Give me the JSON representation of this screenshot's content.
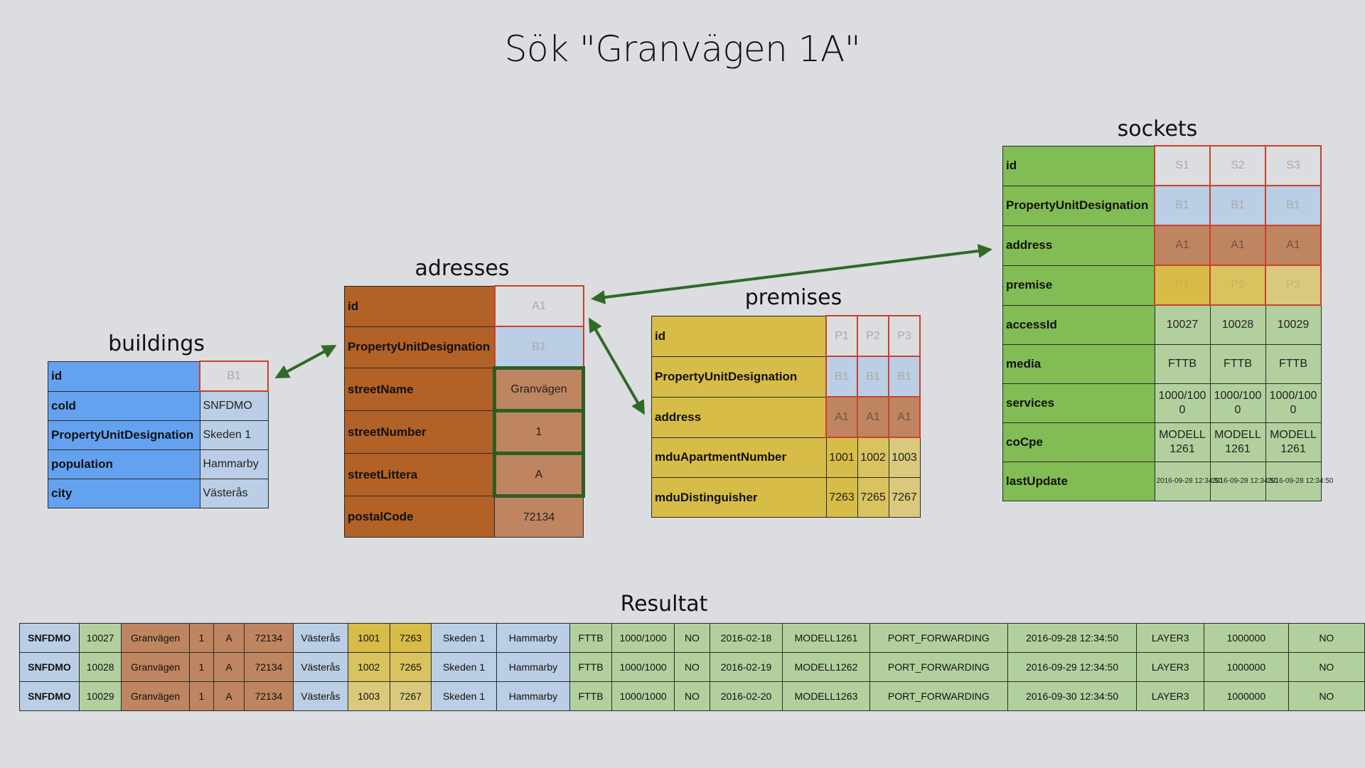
{
  "title": "Sök \"Granvägen 1A\"",
  "colors": {
    "background": "#dcdde0",
    "buildings": "#64a2f0",
    "buildings_value": "#bacee5",
    "adresses": "#b26127",
    "adresses_value": "#bf8560",
    "premises": "#d7bc47",
    "sockets": "#82bc55",
    "sockets_value": "#b2d09e",
    "foreign_key_border": "#c9412c",
    "match_border": "#2b5e25",
    "arrow": "#2f6a26"
  },
  "buildings": {
    "title": "buildings",
    "rows": [
      {
        "key": "id",
        "values": [
          "B1"
        ]
      },
      {
        "key": "cold",
        "values": [
          "SNFDMO"
        ]
      },
      {
        "key": "PropertyUnitDesignation",
        "values": [
          "Skeden 1"
        ]
      },
      {
        "key": "population",
        "values": [
          "Hammarby"
        ]
      },
      {
        "key": "city",
        "values": [
          "Västerås"
        ]
      }
    ]
  },
  "adresses": {
    "title": "adresses",
    "rows": [
      {
        "key": "id",
        "values": [
          "A1"
        ]
      },
      {
        "key": "PropertyUnitDesignation",
        "values": [
          "B1"
        ]
      },
      {
        "key": "streetName",
        "values": [
          "Granvägen"
        ]
      },
      {
        "key": "streetNumber",
        "values": [
          "1"
        ]
      },
      {
        "key": "streetLittera",
        "values": [
          "A"
        ]
      },
      {
        "key": "postalCode",
        "values": [
          "72134"
        ]
      }
    ]
  },
  "premises": {
    "title": "premises",
    "rows": [
      {
        "key": "id",
        "values": [
          "P1",
          "P2",
          "P3"
        ]
      },
      {
        "key": "PropertyUnitDesignation",
        "values": [
          "B1",
          "B1",
          "B1"
        ]
      },
      {
        "key": "address",
        "values": [
          "A1",
          "A1",
          "A1"
        ]
      },
      {
        "key": "mduApartmentNumber",
        "values": [
          "1001",
          "1002",
          "1003"
        ]
      },
      {
        "key": "mduDistinguisher",
        "values": [
          "7263",
          "7265",
          "7267"
        ]
      }
    ]
  },
  "sockets": {
    "title": "sockets",
    "rows": [
      {
        "key": "id",
        "values": [
          "S1",
          "S2",
          "S3"
        ]
      },
      {
        "key": "PropertyUnitDesignation",
        "values": [
          "B1",
          "B1",
          "B1"
        ]
      },
      {
        "key": "address",
        "values": [
          "A1",
          "A1",
          "A1"
        ]
      },
      {
        "key": "premise",
        "values": [
          "P1",
          "P2",
          "P3"
        ]
      },
      {
        "key": "accessId",
        "values": [
          "10027",
          "10028",
          "10029"
        ]
      },
      {
        "key": "media",
        "values": [
          "FTTB",
          "FTTB",
          "FTTB"
        ]
      },
      {
        "key": "services",
        "values": [
          "1000/1000",
          "1000/1000",
          "1000/1000"
        ]
      },
      {
        "key": "coCpe",
        "values": [
          "MODELL1261",
          "MODELL1261",
          "MODELL1261"
        ]
      },
      {
        "key": "lastUpdate",
        "values": [
          "2016-09-28 12:34:50",
          "2016-09-28 12:34:50",
          "2016-09-28 12:34:50"
        ]
      }
    ]
  },
  "result": {
    "title": "Resultat",
    "rows": [
      [
        "SNFDMO",
        "10027",
        "Granvägen",
        "1",
        "A",
        "72134",
        "Västerås",
        "1001",
        "7263",
        "Skeden 1",
        "Hammarby",
        "FTTB",
        "1000/1000",
        "NO",
        "2016-02-18",
        "MODELL1261",
        "PORT_FORWARDING",
        "2016-09-28 12:34:50",
        "LAYER3",
        "1000000",
        "NO"
      ],
      [
        "SNFDMO",
        "10028",
        "Granvägen",
        "1",
        "A",
        "72134",
        "Västerås",
        "1002",
        "7265",
        "Skeden 1",
        "Hammarby",
        "FTTB",
        "1000/1000",
        "NO",
        "2016-02-19",
        "MODELL1262",
        "PORT_FORWARDING",
        "2016-09-29 12:34:50",
        "LAYER3",
        "1000000",
        "NO"
      ],
      [
        "SNFDMO",
        "10029",
        "Granvägen",
        "1",
        "A",
        "72134",
        "Västerås",
        "1003",
        "7267",
        "Skeden 1",
        "Hammarby",
        "FTTB",
        "1000/1000",
        "NO",
        "2016-02-20",
        "MODELL1263",
        "PORT_FORWARDING",
        "2016-09-30 12:34:50",
        "LAYER3",
        "1000000",
        "NO"
      ]
    ]
  }
}
